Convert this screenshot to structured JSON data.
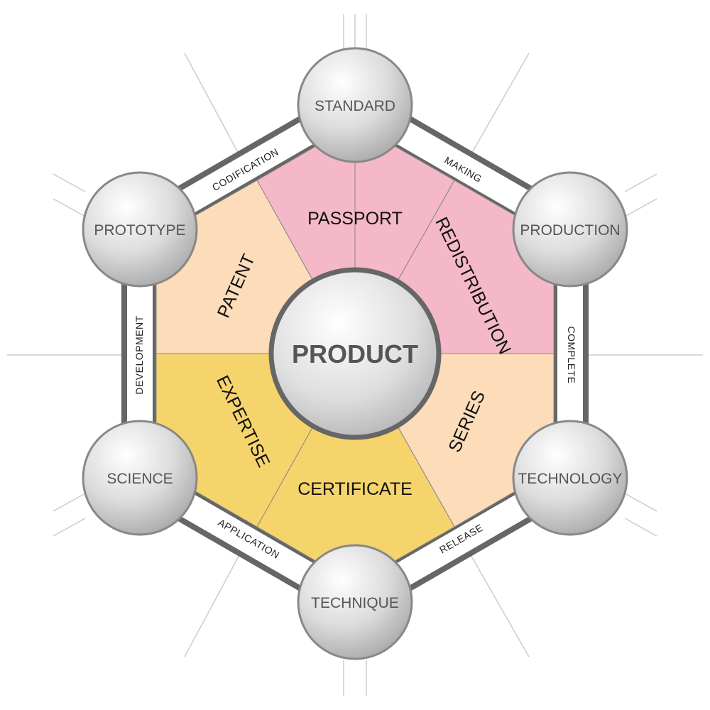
{
  "center": {
    "label": "PRODUCT"
  },
  "nodes": {
    "standard": "STANDARD",
    "production": "PRODUCTION",
    "technology": "TECHNOLOGY",
    "technique": "TECHNIQUE",
    "science": "SCIENCE",
    "prototype": "PROTOTYPE"
  },
  "edges": {
    "making": "MAKING",
    "complete": "COMPLETE",
    "release": "RELEASE",
    "application": "APPLICATION",
    "development": "DEVELOPMENT",
    "codification": "CODIFICATION"
  },
  "sectors": {
    "passport": "PASSPORT",
    "redistribution": "REDISTRIBUTION",
    "series": "SERIES",
    "certificate": "CERTIFICATE",
    "expertise": "EXPERTISE",
    "patent": "PATENT"
  },
  "colors": {
    "pink": "#f5b8c8",
    "peach": "#fcdcb9",
    "yellow": "#f6d46c",
    "ring": "#666666",
    "ray": "#cccccc"
  }
}
